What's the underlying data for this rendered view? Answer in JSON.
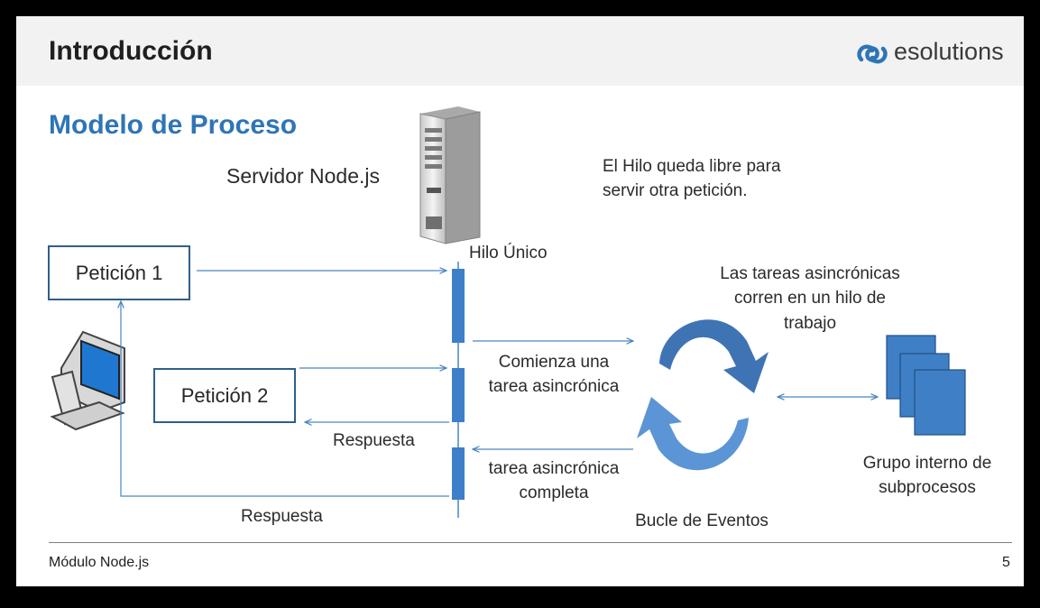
{
  "header": {
    "title": "Introducción",
    "logo_text": "esolutions"
  },
  "diagram": {
    "heading": "Modelo de Proceso",
    "server_label": "Servidor Node.js",
    "thread_free_line1": "El Hilo queda libre para",
    "thread_free_line2": "servir otra petición.",
    "single_thread": "Hilo Único",
    "request1": "Petición 1",
    "request2": "Petición 2",
    "async_tasks_line1": "Las tareas asincrónicas",
    "async_tasks_line2": "corren en un hilo de",
    "async_tasks_line3": "trabajo",
    "start_task_line1": "Comienza una",
    "start_task_line2": "tarea asincrónica",
    "response_small": "Respuesta",
    "task_complete_line1": "tarea asincrónica",
    "task_complete_line2": "completa",
    "response_bottom": "Respuesta",
    "event_loop": "Bucle de Eventos",
    "pool_line1": "Grupo interno de",
    "pool_line2": "subprocesos"
  },
  "footer": {
    "module": "Módulo Node.js",
    "page": "5"
  },
  "colors": {
    "accent": "#2e75b6",
    "arrow": "#4a86c0",
    "box_border": "#2f5f8a",
    "thread_bar": "#3d7fc8"
  },
  "icons": [
    "server-icon",
    "computer-icon",
    "event-loop-icon",
    "logo-icon",
    "documents-icon"
  ]
}
